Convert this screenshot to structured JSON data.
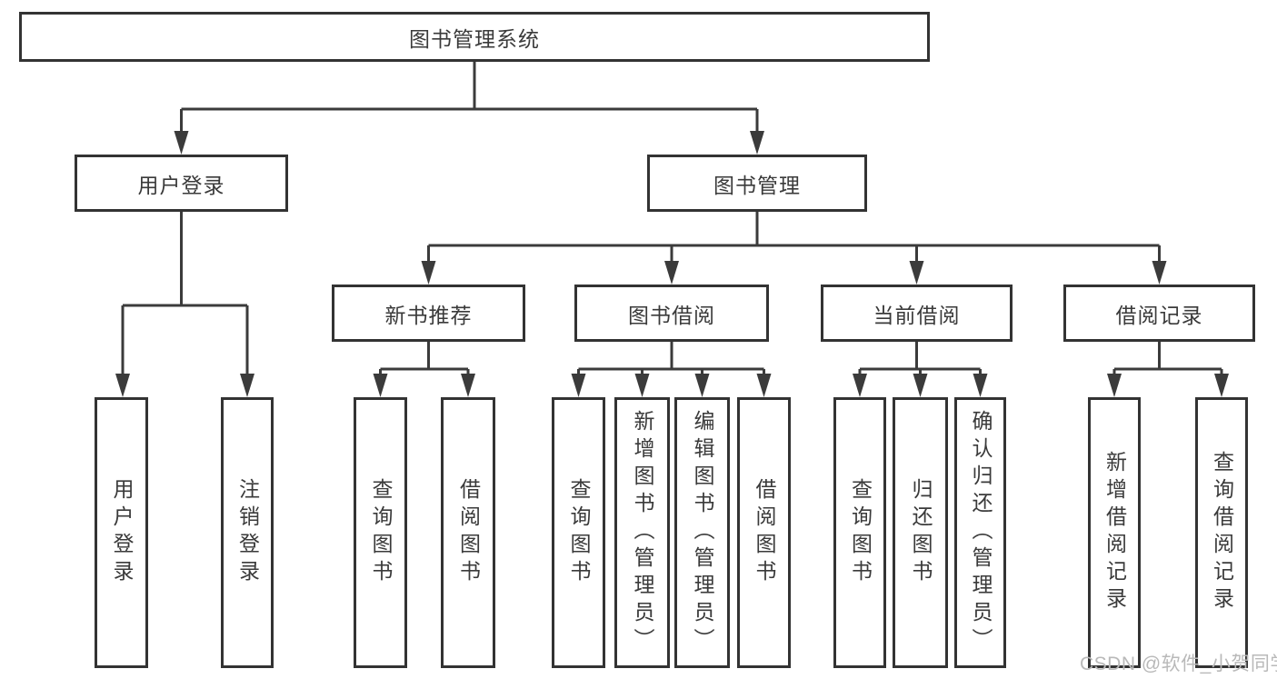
{
  "diagram": {
    "nodes": {
      "root": "图书管理系统",
      "user_login": "用户登录",
      "book_mgmt": "图书管理",
      "new_book_rec": "新书推荐",
      "book_borrow": "图书借阅",
      "current_borrow": "当前借阅",
      "borrow_record": "借阅记录",
      "leaf_user_login": "用户登录",
      "leaf_logout": "注销登录",
      "leaf_rec_query": "查询图书",
      "leaf_rec_borrow": "借阅图书",
      "leaf_bb_query": "查询图书",
      "leaf_bb_add": "新增图书（管理员）",
      "leaf_bb_edit": "编辑图书（管理员）",
      "leaf_bb_borrow": "借阅图书",
      "leaf_cb_query": "查询图书",
      "leaf_cb_return": "归还图书",
      "leaf_cb_confirm": "确认归还（管理员）",
      "leaf_br_add": "新增借阅记录",
      "leaf_br_query": "查询借阅记录"
    },
    "hierarchy": {
      "图书管理系统": {
        "用户登录": [
          "用户登录",
          "注销登录"
        ],
        "图书管理": {
          "新书推荐": [
            "查询图书",
            "借阅图书"
          ],
          "图书借阅": [
            "查询图书",
            "新增图书（管理员）",
            "编辑图书（管理员）",
            "借阅图书"
          ],
          "当前借阅": [
            "查询图书",
            "归还图书",
            "确认归还（管理员）"
          ],
          "借阅记录": [
            "新增借阅记录",
            "查询借阅记录"
          ]
        }
      }
    },
    "colors": {
      "line": "#3b3b3b",
      "box_border": "#333333",
      "text": "#3a3a3a",
      "background": "#ffffff",
      "watermark": "#b9b9b9"
    }
  },
  "watermark": "CSDN @软件_小贺同学"
}
